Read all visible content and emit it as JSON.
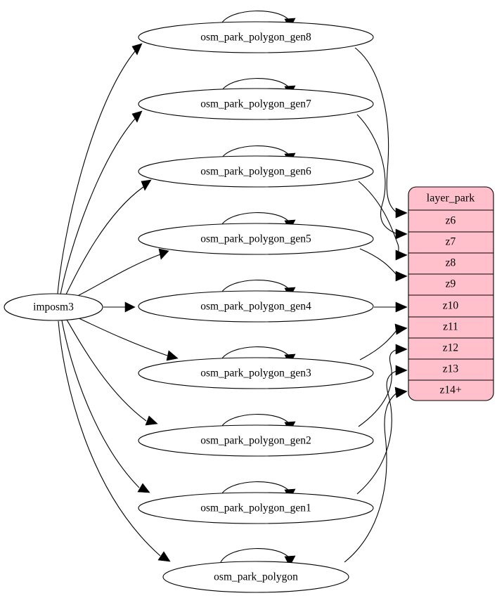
{
  "diagram": {
    "type": "graph",
    "title": "",
    "source_node": {
      "id": "imposm3",
      "label": "imposm3",
      "shape": "ellipse"
    },
    "process_nodes": [
      {
        "id": "gen8",
        "label": "osm_park_polygon_gen8",
        "shape": "ellipse",
        "self_loop": true
      },
      {
        "id": "gen7",
        "label": "osm_park_polygon_gen7",
        "shape": "ellipse",
        "self_loop": true
      },
      {
        "id": "gen6",
        "label": "osm_park_polygon_gen6",
        "shape": "ellipse",
        "self_loop": true
      },
      {
        "id": "gen5",
        "label": "osm_park_polygon_gen5",
        "shape": "ellipse",
        "self_loop": true
      },
      {
        "id": "gen4",
        "label": "osm_park_polygon_gen4",
        "shape": "ellipse",
        "self_loop": true
      },
      {
        "id": "gen3",
        "label": "osm_park_polygon_gen3",
        "shape": "ellipse",
        "self_loop": true
      },
      {
        "id": "gen2",
        "label": "osm_park_polygon_gen2",
        "shape": "ellipse",
        "self_loop": true
      },
      {
        "id": "gen1",
        "label": "osm_park_polygon_gen1",
        "shape": "ellipse",
        "self_loop": true
      },
      {
        "id": "base",
        "label": "osm_park_polygon",
        "shape": "ellipse",
        "self_loop": true
      }
    ],
    "table": {
      "id": "layer_park",
      "header": "layer_park",
      "fill_color": "#ffc0cb",
      "stroke_color": "#000000",
      "rows": [
        {
          "id": "z6",
          "label": "z6"
        },
        {
          "id": "z7",
          "label": "z7"
        },
        {
          "id": "z8",
          "label": "z8"
        },
        {
          "id": "z9",
          "label": "z9"
        },
        {
          "id": "z10",
          "label": "z10"
        },
        {
          "id": "z11",
          "label": "z11"
        },
        {
          "id": "z12",
          "label": "z12"
        },
        {
          "id": "z13",
          "label": "z13"
        },
        {
          "id": "z14",
          "label": "z14+"
        }
      ]
    },
    "edges": [
      {
        "from": "imposm3",
        "to": "gen8"
      },
      {
        "from": "imposm3",
        "to": "gen7"
      },
      {
        "from": "imposm3",
        "to": "gen6"
      },
      {
        "from": "imposm3",
        "to": "gen5"
      },
      {
        "from": "imposm3",
        "to": "gen4"
      },
      {
        "from": "imposm3",
        "to": "gen3"
      },
      {
        "from": "imposm3",
        "to": "gen2"
      },
      {
        "from": "imposm3",
        "to": "gen1"
      },
      {
        "from": "imposm3",
        "to": "base"
      },
      {
        "from": "gen8",
        "to": "z6"
      },
      {
        "from": "gen7",
        "to": "z7"
      },
      {
        "from": "gen6",
        "to": "z8"
      },
      {
        "from": "gen5",
        "to": "z9"
      },
      {
        "from": "gen4",
        "to": "z10"
      },
      {
        "from": "gen3",
        "to": "z11"
      },
      {
        "from": "gen2",
        "to": "z12"
      },
      {
        "from": "gen1",
        "to": "z13"
      },
      {
        "from": "base",
        "to": "z14"
      },
      {
        "from": "gen8",
        "to": "gen8"
      },
      {
        "from": "gen7",
        "to": "gen7"
      },
      {
        "from": "gen6",
        "to": "gen6"
      },
      {
        "from": "gen5",
        "to": "gen5"
      },
      {
        "from": "gen4",
        "to": "gen4"
      },
      {
        "from": "gen3",
        "to": "gen3"
      },
      {
        "from": "gen2",
        "to": "gen2"
      },
      {
        "from": "gen1",
        "to": "gen1"
      },
      {
        "from": "base",
        "to": "base"
      }
    ]
  }
}
